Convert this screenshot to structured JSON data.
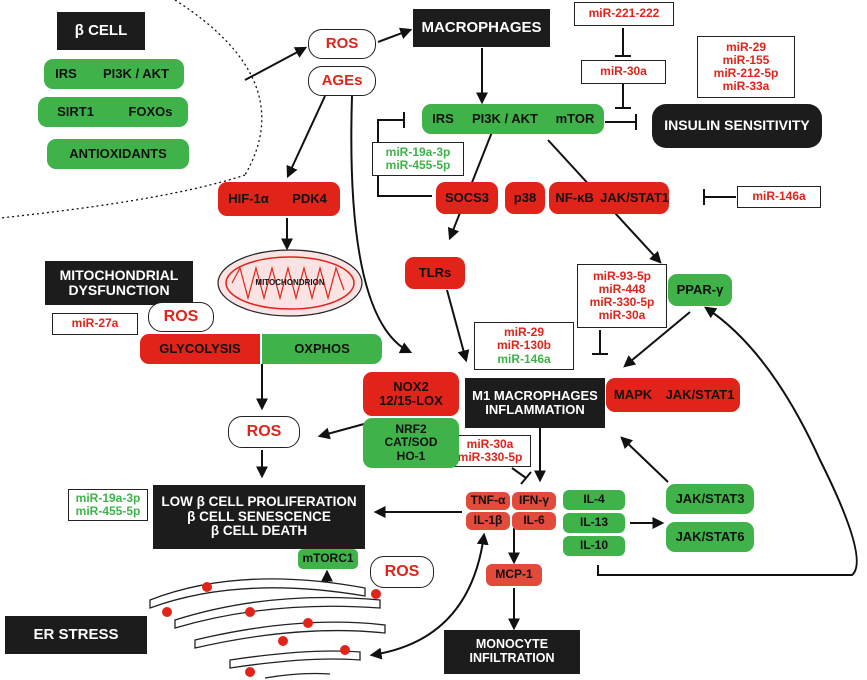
{
  "beta_cell": {
    "title": "β CELL",
    "irs": "IRS",
    "pi3k_akt": "PI3K / AKT",
    "sirt1": "SIRT1",
    "foxos": "FOXOs",
    "antioxidants": "ANTIOXIDANTS"
  },
  "stimuli": {
    "ros": "ROS",
    "ages": "AGEs"
  },
  "macrophages": {
    "title": "MACROPHAGES",
    "irs": "IRS",
    "pi3k_akt": "PI3K / AKT",
    "mtor": "mTOR",
    "insulin_sensitivity": "INSULIN SENSITIVITY"
  },
  "mirna": {
    "mir221_222": "miR-221-222",
    "mir30a_top": "miR-30a",
    "insulin_group": [
      "miR-29",
      "miR-155",
      "miR-212-5p",
      "miR-33a"
    ],
    "socs_group": [
      "miR-19a-3p",
      "miR-455-5p"
    ],
    "mir146a_top": "miR-146a",
    "ppar_group": [
      "miR-93-5p",
      "miR-448",
      "miR-330-5p",
      "miR-30a"
    ],
    "m1_group_red": [
      "miR-29",
      "miR-130b"
    ],
    "m1_group_green": "miR-146a",
    "mito_mir": "miR-27a",
    "cytokine_group": [
      "miR-30a",
      "miR-330-5p"
    ],
    "beta_group": [
      "miR-19a-3p",
      "miR-455-5p"
    ]
  },
  "signaling": {
    "socs3": "SOCS3",
    "p38": "p38",
    "nfkb": "NF-κB",
    "jak_stat1": "JAK/STAT1",
    "hif1a": "HIF-1α",
    "pdk4": "PDK4",
    "tlrs": "TLRs",
    "ppar_g": "PPAR-γ",
    "mapk": "MAPK",
    "jak_stat1_m1": "JAK/STAT1",
    "nox2": "NOX2\n12/15-LOX",
    "nrf2": "NRF2\nCAT/SOD\nHO-1",
    "jak_stat3": "JAK/STAT3",
    "jak_stat6": "JAK/STAT6"
  },
  "mito": {
    "title": "MITOCHONDRIAL DYSFUNCTION",
    "label": "MITOCHONDRION",
    "ros": "ROS",
    "glycolysis": "GLYCOLYSIS",
    "oxphos": "OXPHOS"
  },
  "m1": {
    "title": "M1 MACROPHAGES INFLAMMATION"
  },
  "ros_mid": "ROS",
  "cytokines": {
    "tnfa": "TNF-α",
    "ifng": "IFN-γ",
    "il1b": "IL-1β",
    "il6": "IL-6",
    "il4": "IL-4",
    "il13": "IL-13",
    "il10": "IL-10",
    "mcp1": "MCP-1"
  },
  "outcome": {
    "lines": [
      "LOW β CELL PROLIFERATION",
      "β CELL SENESCENCE",
      "β CELL DEATH"
    ],
    "mtorc1": "mTORC1",
    "ros_er": "ROS",
    "er_stress": "ER STRESS",
    "monocyte": "MONOCYTE INFILTRATION"
  },
  "colors": {
    "green": "#3fb34a",
    "red": "#e2231a",
    "black": "#1c1c1c"
  }
}
